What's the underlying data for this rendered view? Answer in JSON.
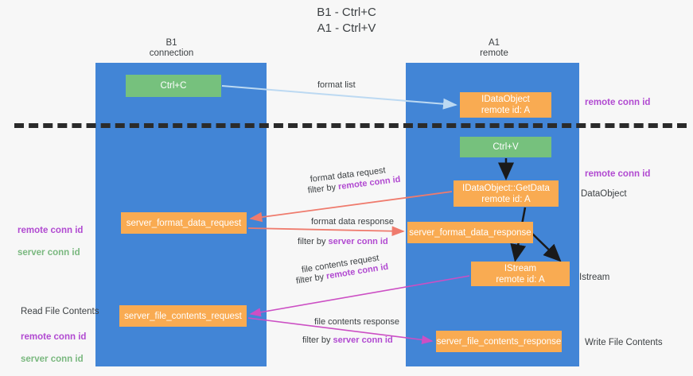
{
  "title": "B1 - Ctrl+C\nA1 - Ctrl+V",
  "lanes": [
    {
      "name": "b1",
      "header": "B1\nconnection"
    },
    {
      "name": "a1",
      "header": "A1\nremote"
    }
  ],
  "nodes": [
    {
      "id": "ctrl-c",
      "label": "Ctrl+C",
      "color": "#76c17d"
    },
    {
      "id": "idataobject",
      "label": "IDataObject\nremote id: A",
      "color": "#f9ab52"
    },
    {
      "id": "ctrl-v",
      "label": "Ctrl+V",
      "color": "#76c17d"
    },
    {
      "id": "getdata",
      "label": "IDataObject::GetData\nremote id: A",
      "color": "#f9ab52"
    },
    {
      "id": "server-format-data-request",
      "label": "server_format_data_request",
      "color": "#f9ab52"
    },
    {
      "id": "server-format-data-response",
      "label": "server_format_data_response",
      "color": "#f9ab52"
    },
    {
      "id": "istream",
      "label": "IStream\nremote id: A",
      "color": "#f9ab52"
    },
    {
      "id": "server-file-contents-request",
      "label": "server_file_contents_request",
      "color": "#f9ab52"
    },
    {
      "id": "server-file-contents-response",
      "label": "server_file_contents_response",
      "color": "#f9ab52"
    }
  ],
  "edges": {
    "format_list": "format list",
    "format_data_request": "format data request",
    "format_data_request_filter_prefix": "filter by ",
    "format_data_request_filter_key": "remote conn id",
    "format_data_response": "format data response",
    "format_data_response_filter_prefix": "filter by ",
    "format_data_response_filter_key": "server conn id",
    "file_contents_request": "file contents request",
    "file_contents_request_filter_prefix": "filter by ",
    "file_contents_request_filter_key": "remote conn id",
    "file_contents_response": "file contents response",
    "file_contents_response_filter_prefix": "filter by ",
    "file_contents_response_filter_key": "server conn id"
  },
  "annotations": {
    "remote_conn_id_top": "remote conn id",
    "remote_conn_id_mid": "remote conn id",
    "data_object": "DataObject",
    "istream": "Istream",
    "write_file_contents": "Write File Contents",
    "read_file_contents": "Read File Contents",
    "left_remote_conn_id": "remote conn id",
    "left_server_conn_id": "server conn id",
    "left_remote_conn_id_2": "remote conn id",
    "left_server_conn_id_2": "server conn id"
  },
  "colors": {
    "lane": "#4285d6",
    "green_node": "#76c17d",
    "orange_node": "#f9ab52",
    "purple": "#b14ad1",
    "green_text": "#7ab87f",
    "arrow_blue": "#bcd9f2",
    "arrow_red": "#ef7b6d",
    "arrow_magenta": "#cc4fc4",
    "arrow_black": "#1a1a1a",
    "divider": "#2b2b2b",
    "background": "#f7f7f7"
  }
}
